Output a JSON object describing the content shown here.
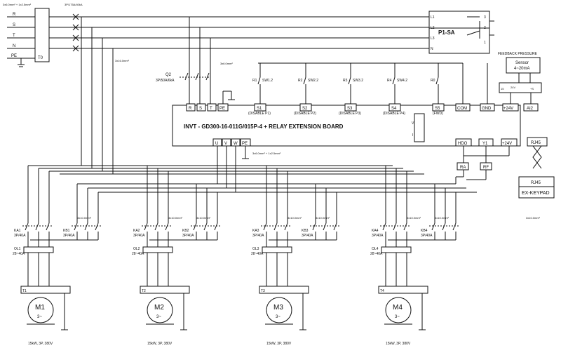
{
  "supply": {
    "lines": [
      "R",
      "S",
      "T",
      "N",
      "PE"
    ],
    "cable_note": "3x6.0mm² + 1x2.5mm²",
    "breaker_note": "3P/175A/40kA",
    "t0_label": "T0"
  },
  "phase_selector": {
    "label": "P1-SA",
    "terminals": [
      "L1",
      "L2",
      "L3",
      "N"
    ],
    "pins": [
      "3",
      "2",
      "1"
    ]
  },
  "breaker_q2": {
    "name": "Q2",
    "rating": "3P/50A/6kA"
  },
  "cable_main": "3x16.0mm²",
  "cable_in": "3x6.0mm²",
  "cable_out": "3x6.0mm² + 1x2.5mm²",
  "cable_branch": "3x10.0mm²",
  "drive": {
    "title": "INVT - GD300-16-011G/015P-4 + RELAY EXTENSION BOARD",
    "power_in": [
      "R",
      "S",
      "T",
      "PE"
    ],
    "power_out": [
      "U",
      "V",
      "W",
      "PE"
    ],
    "inputs": [
      {
        "name": "S1",
        "note": "(DISABLE P1)",
        "relay": "R1",
        "sw": "SW1.2"
      },
      {
        "name": "S2",
        "note": "(DISABLE P2)",
        "relay": "R2",
        "sw": "SW2.2"
      },
      {
        "name": "S3",
        "note": "(DISABLE P3)",
        "relay": "R3",
        "sw": "SW3.2"
      },
      {
        "name": "S4",
        "note": "(DISABLE P4)",
        "relay": "R4",
        "sw": "SW4.2"
      },
      {
        "name": "S5",
        "note": "(FWD)",
        "relay": "R0",
        "sw": ""
      }
    ],
    "com": "COM",
    "gnd": "GND",
    "p24": "+24V",
    "ai2": "AI2",
    "hdo": "HDO",
    "y1": "Y1",
    "p24b": "+24V",
    "relays_out": [
      "RA",
      "RF"
    ],
    "jumper_v": "V",
    "jumper_i": "I"
  },
  "sensor": {
    "header": "FEEDBACK PRESSURE",
    "name": "Sensor",
    "range": "4~20mA",
    "pins": [
      "15",
      "24V",
      "+S"
    ]
  },
  "keypad": {
    "rj45_top": "RJ45",
    "rj45_bottom": "RJ45",
    "label": "EX-KEYPAD"
  },
  "motors": [
    {
      "ka": "KA1",
      "kb": "KB1",
      "ka_rating": "3P/40A",
      "kb_rating": "3P/40A",
      "ol": "OL1",
      "ol_rating": "28~40A",
      "term": "T1",
      "m": "M1",
      "phase": "3~",
      "spec": "15kW, 3P, 380V"
    },
    {
      "ka": "KA2",
      "kb": "KB2",
      "ka_rating": "3P/40A",
      "kb_rating": "3P/40A",
      "ol": "OL2",
      "ol_rating": "28~40A",
      "term": "T2",
      "m": "M2",
      "phase": "3~",
      "spec": "15kW, 3P, 380V"
    },
    {
      "ka": "KA3",
      "kb": "KB3",
      "ka_rating": "3P/40A",
      "kb_rating": "3P/40A",
      "ol": "OL3",
      "ol_rating": "28~40A",
      "term": "T3",
      "m": "M3",
      "phase": "3~",
      "spec": "15kW, 3P, 380V"
    },
    {
      "ka": "KA4",
      "kb": "KB4",
      "ka_rating": "3P/40A",
      "kb_rating": "3P/40A",
      "ol": "OL4",
      "ol_rating": "28~40A",
      "term": "T4",
      "m": "M4",
      "phase": "3~",
      "spec": "15kW, 3P, 380V"
    }
  ]
}
